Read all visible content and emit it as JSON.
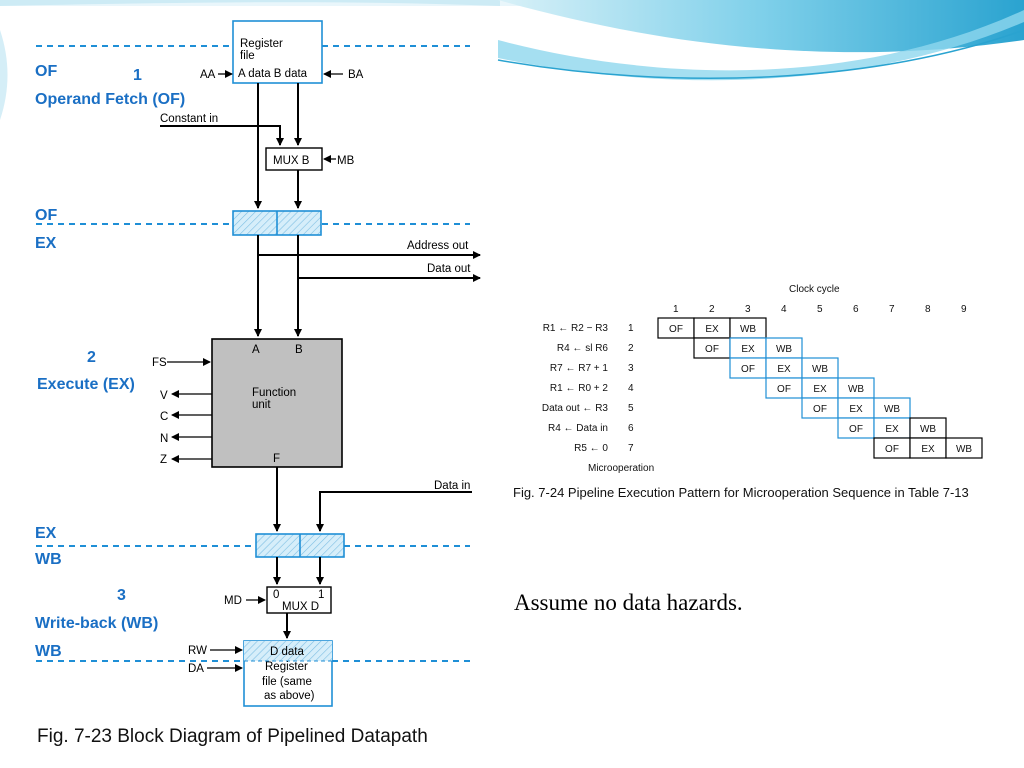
{
  "left_figure": {
    "stage_labels": {
      "of_top": "OF",
      "of_mid": "OF",
      "ex_mid": "EX",
      "ex_low": "EX",
      "wb_low": "WB",
      "wb_bottom": "WB"
    },
    "stages": [
      {
        "number": "1",
        "name": "Operand Fetch (OF)"
      },
      {
        "number": "2",
        "name": "Execute (EX)"
      },
      {
        "number": "3",
        "name": "Write-back (WB)"
      }
    ],
    "register_file": {
      "line1": "Register",
      "line2": "file",
      "ports": "A data B data"
    },
    "signals": {
      "aa": "AA",
      "ba": "BA",
      "constant_in": "Constant in",
      "mb": "MB",
      "mux_b": "MUX B",
      "address_out": "Address out",
      "data_out": "Data out",
      "fs": "FS",
      "v": "V",
      "c": "C",
      "n": "N",
      "z": "Z",
      "data_in": "Data in",
      "md": "MD",
      "mux_d": "MUX D",
      "mux_d_in0": "0",
      "mux_d_in1": "1",
      "rw": "RW",
      "da": "DA"
    },
    "function_unit": {
      "a": "A",
      "b": "B",
      "line1": "Function",
      "line2": "unit",
      "f": "F"
    },
    "d_register": {
      "line1": "D data",
      "line2": "Register",
      "line3": "file (same",
      "line4": "as above)"
    },
    "caption": "Fig. 7-23  Block Diagram of Pipelined Datapath"
  },
  "right_figure": {
    "title": "Clock cycle",
    "cycles": [
      "1",
      "2",
      "3",
      "4",
      "5",
      "6",
      "7",
      "8",
      "9"
    ],
    "rows": [
      {
        "op": "R1 ← R2 − R3",
        "num": "1",
        "start": 1,
        "stages": [
          "OF",
          "EX",
          "WB"
        ]
      },
      {
        "op": "R4 ← sl R6",
        "num": "2",
        "start": 2,
        "stages": [
          "OF",
          "EX",
          "WB"
        ]
      },
      {
        "op": "R7 ← R7 + 1",
        "num": "3",
        "start": 3,
        "stages": [
          "OF",
          "EX",
          "WB"
        ]
      },
      {
        "op": "R1 ← R0 + 2",
        "num": "4",
        "start": 4,
        "stages": [
          "OF",
          "EX",
          "WB"
        ]
      },
      {
        "op": "Data out ← R3",
        "num": "5",
        "start": 5,
        "stages": [
          "OF",
          "EX",
          "WB"
        ]
      },
      {
        "op": "R4 ← Data in",
        "num": "6",
        "start": 6,
        "stages": [
          "OF",
          "EX",
          "WB"
        ]
      },
      {
        "op": "R5 ← 0",
        "num": "7",
        "start": 7,
        "stages": [
          "OF",
          "EX",
          "WB"
        ]
      }
    ],
    "footer": "Microoperation",
    "caption": "Fig. 7-24  Pipeline Execution Pattern for Microoperation Sequence in Table 7-13"
  },
  "note": "Assume no data hazards.",
  "colors": {
    "accent_blue": "#1f8fd6",
    "heading_blue": "#1a6fc4",
    "hatch": "#cfe9f7",
    "fu_gray": "#c0c0c0"
  }
}
